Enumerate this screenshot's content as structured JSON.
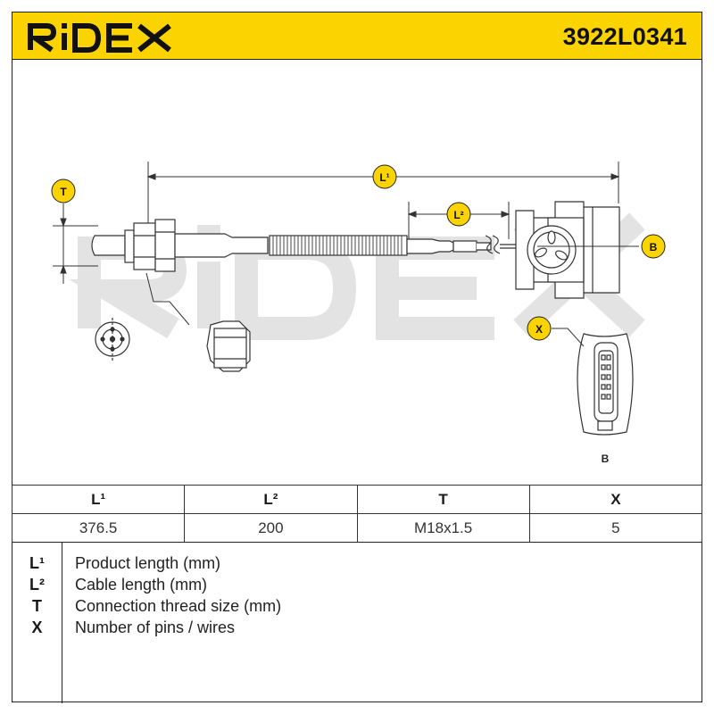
{
  "header": {
    "brand": "RIDEX",
    "part_number": "3922L0341",
    "color": "#fbd400"
  },
  "drawing": {
    "watermark": "RIDEX",
    "labels": {
      "l1": "L¹",
      "l2": "L²",
      "t": "T",
      "b": "B",
      "x": "X",
      "connector_b": "B"
    },
    "badge_color": "#fbd400"
  },
  "spec_table": {
    "headers": [
      "L¹",
      "L²",
      "T",
      "X"
    ],
    "values": [
      "376.5",
      "200",
      "M18x1.5",
      "5"
    ]
  },
  "legend": [
    {
      "key": "L¹",
      "desc": "Product length (mm)"
    },
    {
      "key": "L²",
      "desc": "Cable length (mm)"
    },
    {
      "key": "T",
      "desc": "Connection thread size (mm)"
    },
    {
      "key": "X",
      "desc": "Number of pins / wires"
    }
  ]
}
